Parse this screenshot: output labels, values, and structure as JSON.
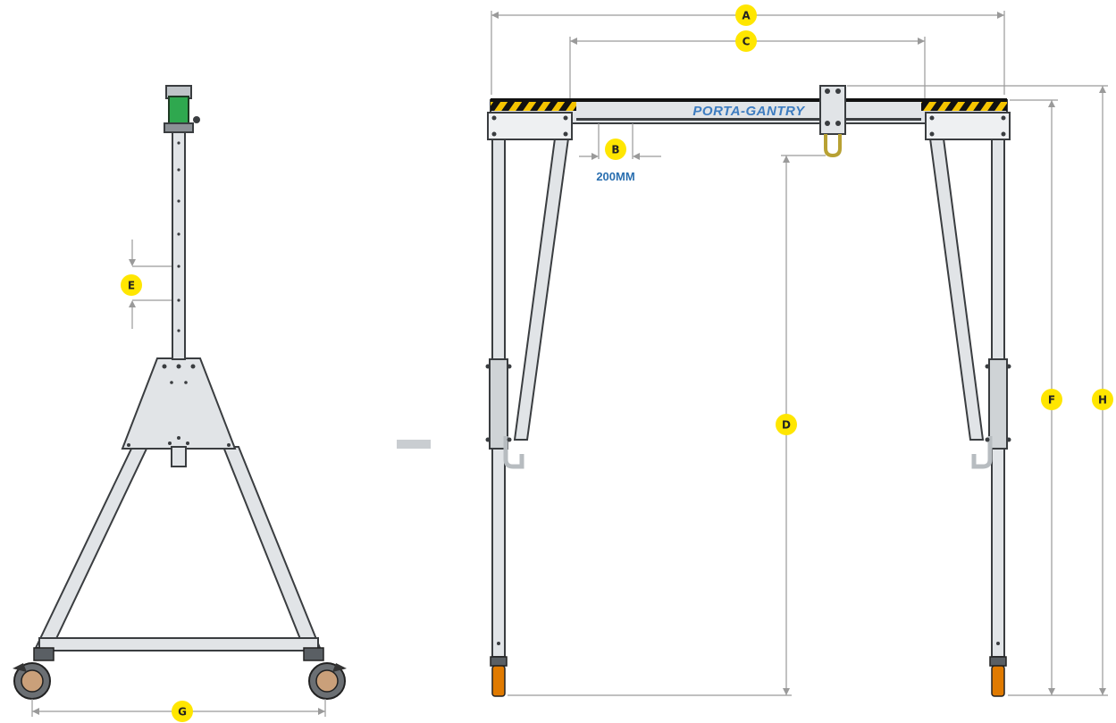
{
  "colors": {
    "badge": "#ffe600",
    "frame": "#e1e4e7",
    "frame_outline": "#3a3d40",
    "dimension_line": "#9a9a9a",
    "brand_text": "#3d7cc0",
    "b_label": "#2a6fb0",
    "hazard_yellow": "#f5c400",
    "hazard_black": "#111111",
    "clamp_green": "#2fa84f",
    "castor_orange": "#e07a00"
  },
  "dimensions": {
    "a": "A",
    "b": "B",
    "c": "C",
    "d": "D",
    "e": "E",
    "f": "F",
    "g": "G",
    "h": "H"
  },
  "annotation_b_value": "200MM",
  "brand": "PORTA-GANTRY",
  "icons": {
    "hoist_trolley": "trolley-shackle-icon",
    "castor": "castor-wheel-icon",
    "clamp": "height-clamp-icon"
  }
}
